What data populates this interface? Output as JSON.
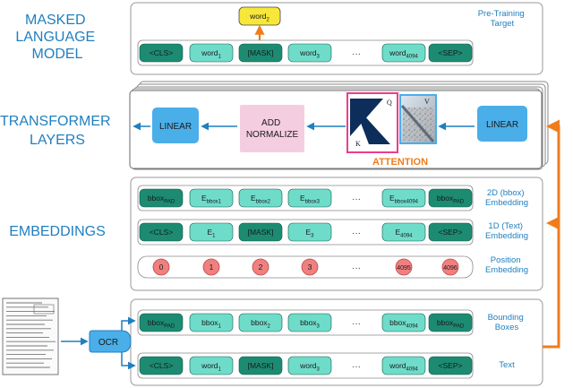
{
  "sections": {
    "mlm": "MASKED\nLANGUAGE\nMODEL",
    "transformer": "TRANSFORMER\nLAYERS",
    "embeddings": "EMBEDDINGS"
  },
  "pretraining": {
    "label": "Pre-Training\nTarget",
    "target_token": "word",
    "target_sub": "2",
    "tokens": [
      {
        "t": "<CLS>",
        "s": ""
      },
      {
        "t": "word",
        "s": "1"
      },
      {
        "t": "[MASK]",
        "s": ""
      },
      {
        "t": "word",
        "s": "3"
      },
      {
        "t": "···",
        "s": "",
        "dots": true
      },
      {
        "t": "word",
        "s": "4094"
      },
      {
        "t": "<SEP>",
        "s": ""
      }
    ]
  },
  "transformer": {
    "linear_left": "LINEAR",
    "add_norm": "ADD\nNORMALIZE",
    "linear_right": "LINEAR",
    "attention": "ATTENTION",
    "q": "Q",
    "k": "K",
    "v": "V"
  },
  "embeddings": {
    "bbox_label": "2D (bbox)\nEmbedding",
    "text_label": "1D (Text)\nEmbedding",
    "pos_label": "Position\nEmbedding",
    "bbox_tokens": [
      {
        "t": "bbox",
        "s": "PAD"
      },
      {
        "t": "E",
        "s": "bbox1"
      },
      {
        "t": "E",
        "s": "bbox2"
      },
      {
        "t": "E",
        "s": "bbox3"
      },
      {
        "t": "···",
        "s": "",
        "dots": true
      },
      {
        "t": "E",
        "s": "bbox4094"
      },
      {
        "t": "bbox",
        "s": "PAD"
      }
    ],
    "text_tokens": [
      {
        "t": "<CLS>",
        "s": ""
      },
      {
        "t": "E",
        "s": "1"
      },
      {
        "t": "[MASK]",
        "s": ""
      },
      {
        "t": "E",
        "s": "3"
      },
      {
        "t": "···",
        "s": "",
        "dots": true
      },
      {
        "t": "E",
        "s": "4094"
      },
      {
        "t": "<SEP>",
        "s": ""
      }
    ],
    "positions": [
      "0",
      "1",
      "2",
      "3",
      "···",
      "4095",
      "4096"
    ]
  },
  "ocr": {
    "label": "OCR",
    "bbox_label": "Bounding\nBoxes",
    "text_label": "Text",
    "bbox_tokens": [
      {
        "t": "bbox",
        "s": "PAD"
      },
      {
        "t": "bbox",
        "s": "1"
      },
      {
        "t": "bbox",
        "s": "2"
      },
      {
        "t": "bbox",
        "s": "3"
      },
      {
        "t": "···",
        "s": "",
        "dots": true
      },
      {
        "t": "bbox",
        "s": "4094"
      },
      {
        "t": "bbox",
        "s": "PAD"
      }
    ],
    "text_tokens": [
      {
        "t": "<CLS>",
        "s": ""
      },
      {
        "t": "word",
        "s": "1"
      },
      {
        "t": "[MASK]",
        "s": ""
      },
      {
        "t": "word",
        "s": "3"
      },
      {
        "t": "···",
        "s": "",
        "dots": true
      },
      {
        "t": "word",
        "s": "4094"
      },
      {
        "t": "<SEP>",
        "s": ""
      }
    ]
  },
  "colors": {
    "dark_token": "#1c8b72",
    "light_token": "#6fdcca",
    "pos_circle": "#f08080",
    "linear_block": "#4aaee8",
    "addnorm_block": "#f5cde0",
    "arrow_blue": "#1f7fc0",
    "arrow_orange": "#f07c1c",
    "section_text": "#1f7fc0"
  }
}
